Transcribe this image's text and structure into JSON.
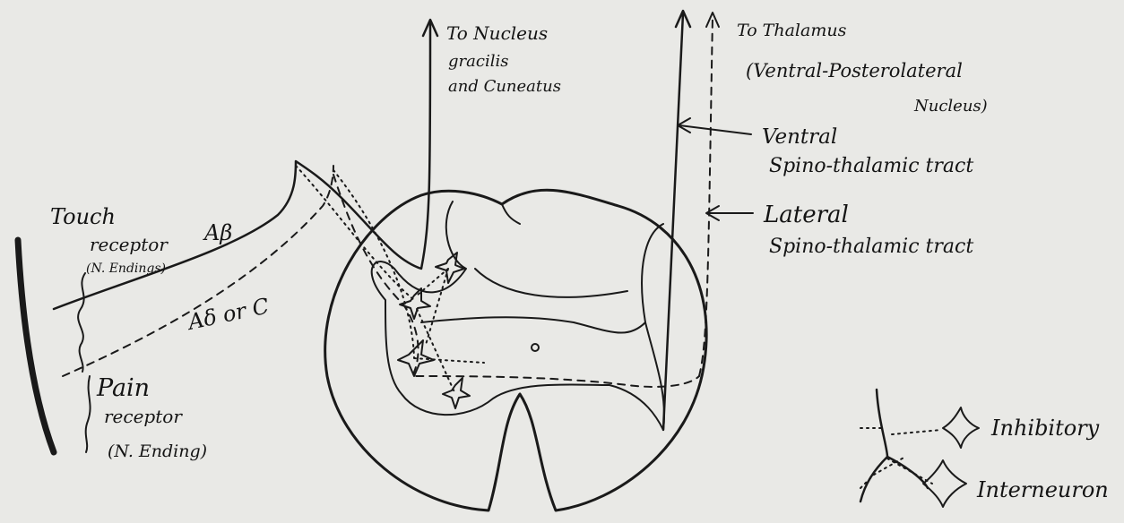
{
  "labels": {
    "nucleus_line1": "To Nucleus",
    "nucleus_line2": "gracilis",
    "nucleus_line3": "and Cuneatus",
    "thalamus_line1": "To Thalamus",
    "thalamus_line2": "(Ventral-Posterolateral",
    "thalamus_line3": "Nucleus)",
    "ventral_line1": "Ventral",
    "ventral_line2": "Spino-thalamic tract",
    "lateral_line1": "Lateral",
    "lateral_line2": "Spino-thalamic tract",
    "touch_line1": "Touch",
    "touch_line2": "receptor",
    "touch_line3": "(N. Endings)",
    "pain_line1": "Pain",
    "pain_line2": "receptor",
    "pain_line3": "(N. Ending)",
    "fiber_ab": "Aβ",
    "fiber_ad": "Aδ or C",
    "legend_line1": "Inhibitory",
    "legend_line2": "Interneuron"
  },
  "colors": {
    "ink": "#1a1a1a",
    "paper": "#e9e9e6"
  }
}
